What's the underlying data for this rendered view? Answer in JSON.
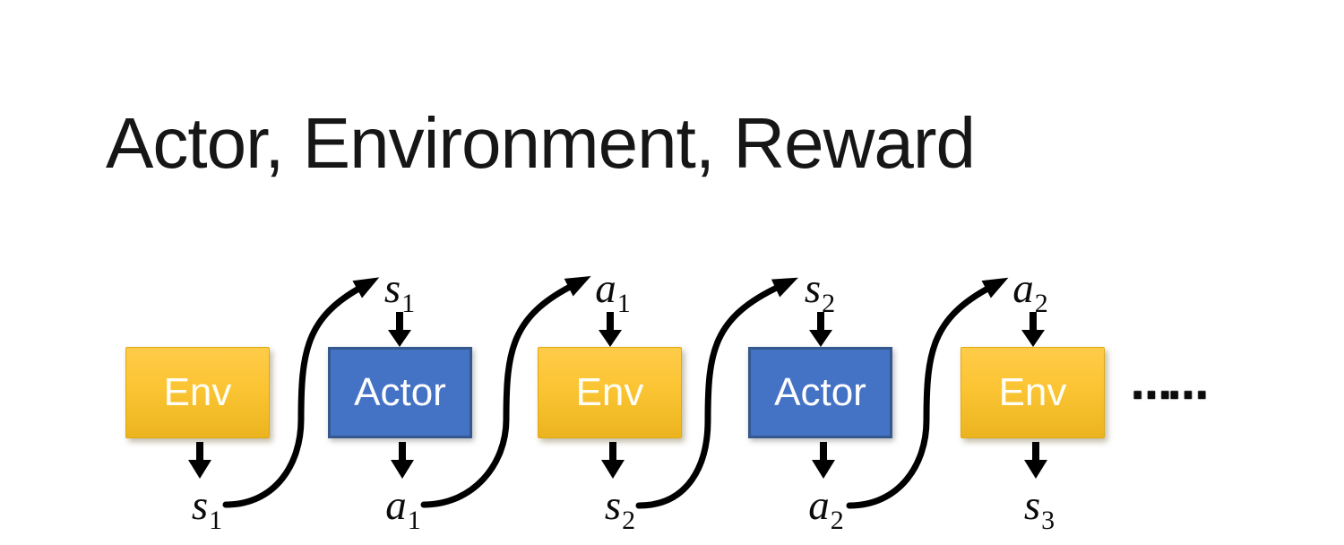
{
  "slide": {
    "title": "Actor, Environment, Reward",
    "ellipsis": "……"
  },
  "colors": {
    "background": "#FFFFFF",
    "title_text": "#161616",
    "env_gradient_top": "#FFCC49",
    "env_gradient_bottom": "#EBB41F",
    "env_border": "#DFA912",
    "actor_fill": "#4472C4",
    "actor_border": "#35598F",
    "box_text": "#FFFFFF",
    "arrow": "#000000",
    "label_text": "#0B0B0B"
  },
  "diagram": {
    "boxes": [
      {
        "id": "env-1",
        "type": "env",
        "label": "Env"
      },
      {
        "id": "actor-1",
        "type": "actor",
        "label": "Actor"
      },
      {
        "id": "env-2",
        "type": "env",
        "label": "Env"
      },
      {
        "id": "actor-2",
        "type": "actor",
        "label": "Actor"
      },
      {
        "id": "env-3",
        "type": "env",
        "label": "Env"
      }
    ],
    "top_labels": [
      {
        "base": "s",
        "sub": "1"
      },
      {
        "base": "a",
        "sub": "1"
      },
      {
        "base": "s",
        "sub": "2"
      },
      {
        "base": "a",
        "sub": "2"
      }
    ],
    "bottom_labels": [
      {
        "base": "s",
        "sub": "1"
      },
      {
        "base": "a",
        "sub": "1"
      },
      {
        "base": "s",
        "sub": "2"
      },
      {
        "base": "a",
        "sub": "2"
      },
      {
        "base": "s",
        "sub": "3"
      }
    ]
  }
}
